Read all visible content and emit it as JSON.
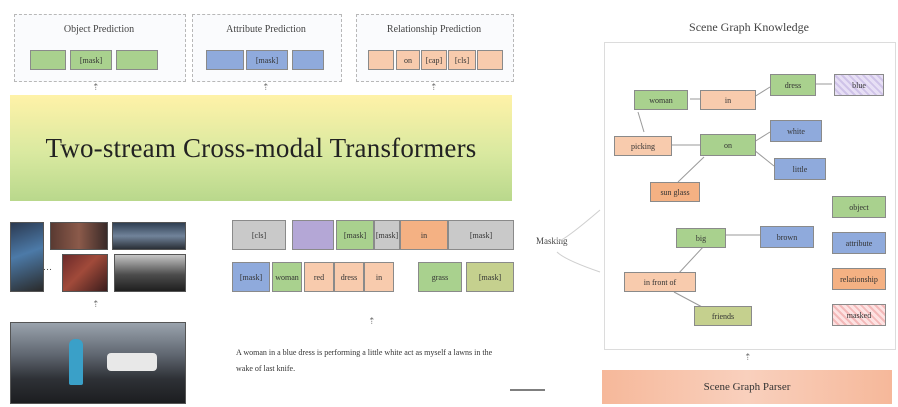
{
  "headers": {
    "object_prediction": "Object Prediction",
    "attribute_prediction": "Attribute Prediction",
    "relationship_prediction": "Relationship Prediction",
    "scene_graph_knowledge": "Scene Graph Knowledge"
  },
  "prediction_chips": {
    "object": [
      "",
      "[mask]",
      ""
    ],
    "attribute": [
      "",
      "[mask]",
      ""
    ],
    "relationship": [
      "",
      "on",
      "[cap]",
      "[cls]",
      ""
    ]
  },
  "transformer_title": "Two-stream Cross-modal Transformers",
  "token_rows": {
    "row1": [
      "[cls]",
      "",
      "[mask]",
      "[mask]",
      "in",
      "[mask]",
      ""
    ],
    "row2": [
      "[mask]",
      "woman",
      "red",
      "dress",
      "in",
      "grass",
      "[mask]"
    ]
  },
  "masking_label": "Masking",
  "sentence": "A woman in a blue dress is performing a little white act as myself a lawns in the wake of last knife.",
  "scene_graph_nodes": {
    "n_woman": "woman",
    "n_in": "in",
    "n_dress": "dress",
    "n_blue": "blue",
    "n_picking": "picking",
    "n_on": "on",
    "n_white": "white",
    "n_little": "little",
    "n_sun_glass": "sun glass",
    "n_big": "big",
    "n_brown": "brown",
    "n_in_front_of": "in front of",
    "n_friends": "friends"
  },
  "legend": [
    "object",
    "attribute",
    "relationship",
    "masked"
  ],
  "scene_graph_parser": "Scene Graph Parser",
  "colors": {
    "object": "#a9d18e",
    "attribute": "#8faadc",
    "relationship": "#f4b183",
    "transformer_top": "#fff2a8",
    "transformer_bottom": "#b9d88c"
  }
}
